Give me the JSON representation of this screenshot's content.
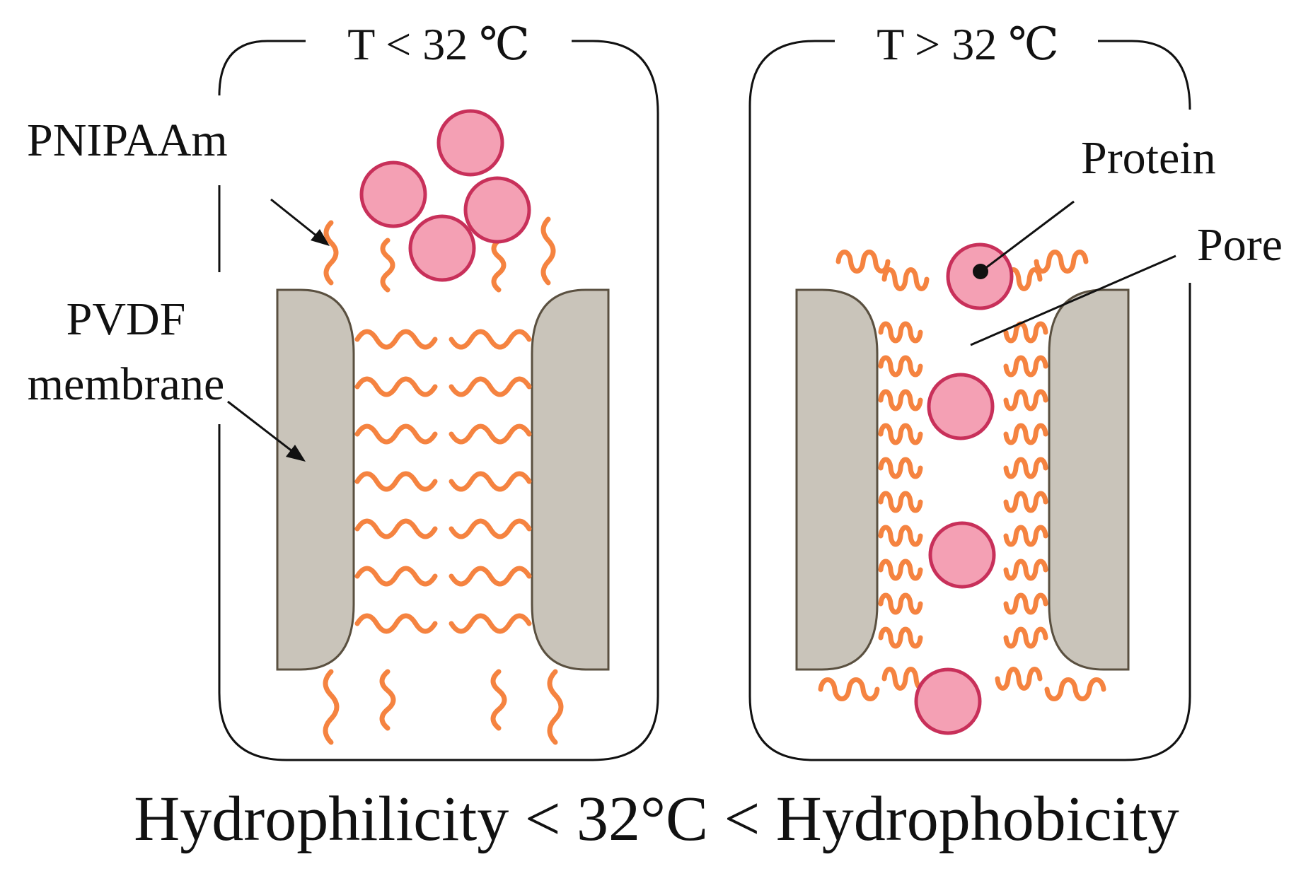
{
  "panels": {
    "left": {
      "header": "T < 32 ℃"
    },
    "right": {
      "header": "T > 32 ℃"
    }
  },
  "labels": {
    "pnipaam": "PNIPAAm",
    "pvdf_line1": "PVDF",
    "pvdf_line2": "membrane",
    "protein": "Protein",
    "pore": "Pore"
  },
  "caption": "Hydrophilicity < 32°C < Hydrophobicity",
  "colors": {
    "membrane_fill": "#c9c4ba",
    "membrane_edge": "#5a5040",
    "polymer": "#f58340",
    "protein_fill": "#f4a0b4",
    "protein_edge": "#c8305a",
    "frame": "#111111"
  }
}
